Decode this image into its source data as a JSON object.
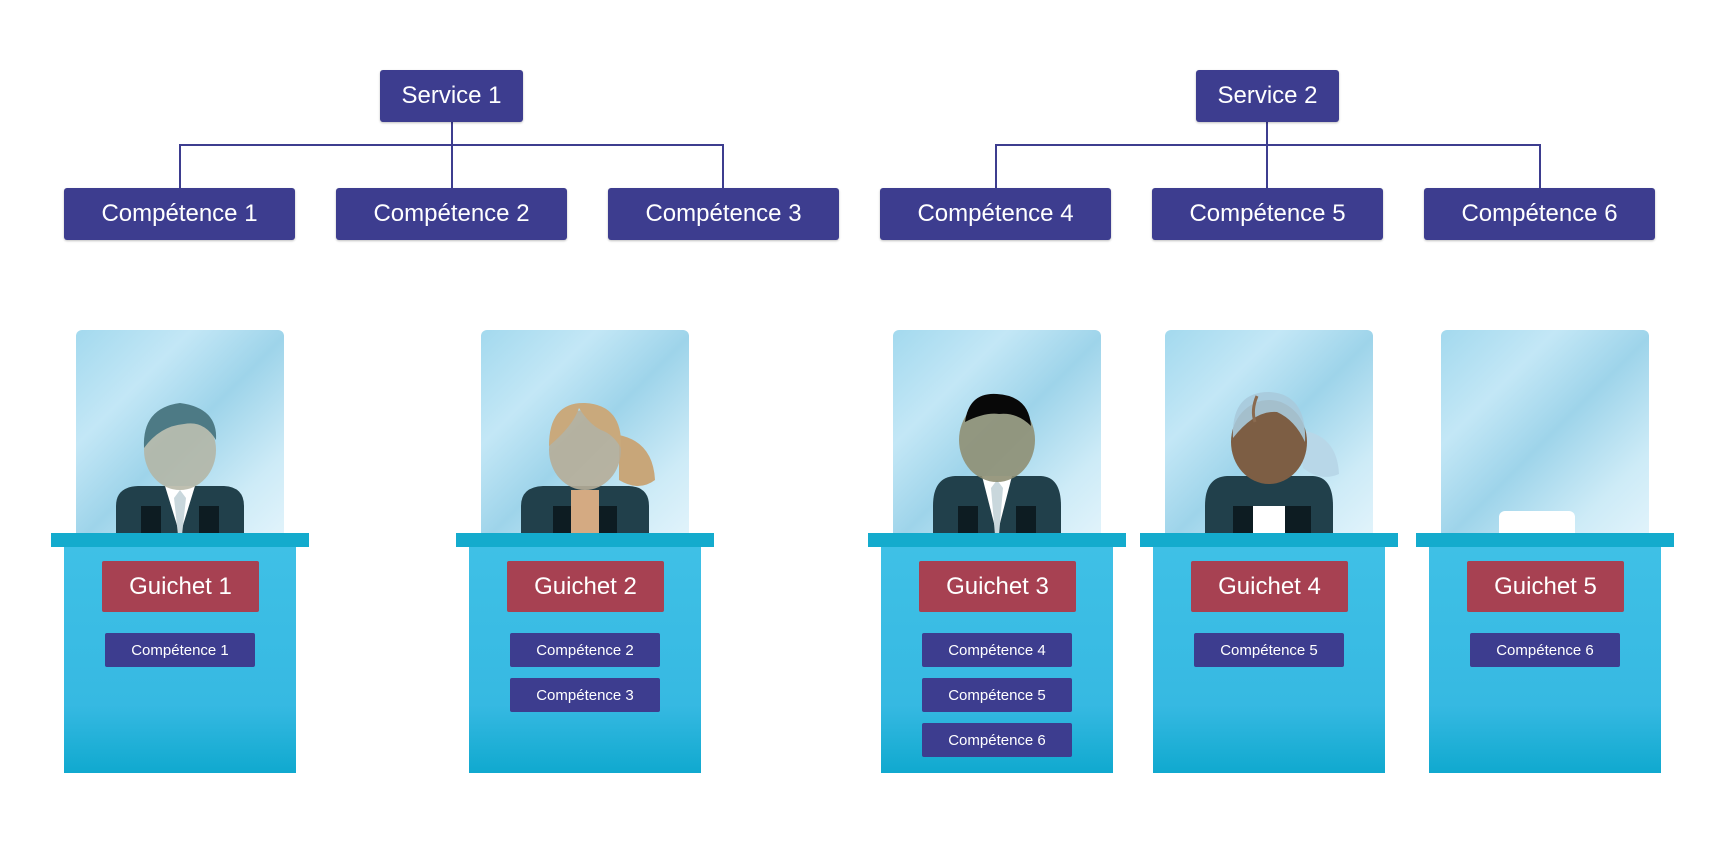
{
  "colors": {
    "accent": "#3d3d8f",
    "guichet_label": "#a74152",
    "counter": "#3fc0e6"
  },
  "services": [
    {
      "label": "Service 1",
      "competences": [
        "Compétence 1",
        "Compétence 2",
        "Compétence 3"
      ]
    },
    {
      "label": "Service 2",
      "competences": [
        "Compétence 4",
        "Compétence 5",
        "Compétence 6"
      ]
    }
  ],
  "guichets": [
    {
      "label": "Guichet 1",
      "agent": "agent-man",
      "competences": [
        "Compétence 1"
      ]
    },
    {
      "label": "Guichet 2",
      "agent": "agent-woman-ponytail",
      "competences": [
        "Compétence 2",
        "Compétence 3"
      ]
    },
    {
      "label": "Guichet 3",
      "agent": "agent-man-dark-hair",
      "competences": [
        "Compétence 4",
        "Compétence 5",
        "Compétence 6"
      ]
    },
    {
      "label": "Guichet 4",
      "agent": "agent-woman-grey-hair",
      "competences": [
        "Compétence 5"
      ]
    },
    {
      "label": "Guichet 5",
      "agent": "empty-counter",
      "competences": [
        "Compétence 6"
      ]
    }
  ]
}
